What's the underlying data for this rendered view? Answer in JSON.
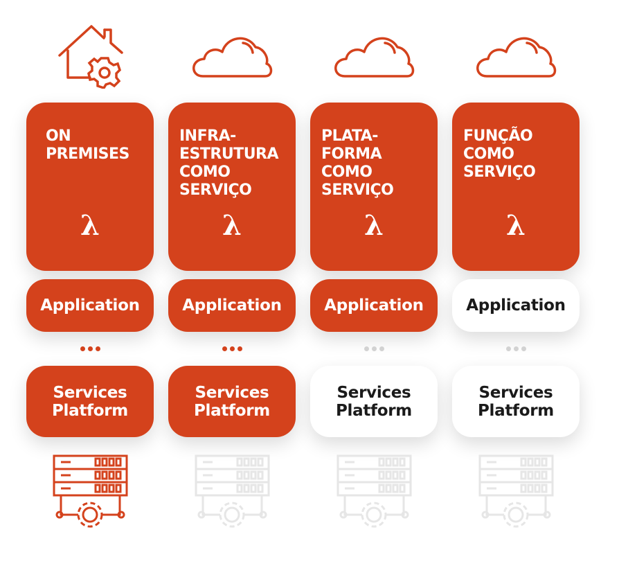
{
  "columns": [
    {
      "title": "ON\nPREMISES",
      "lambda": "λ",
      "application": "Application",
      "services": "Services\nPlatform",
      "top_icon": "house-gear-icon",
      "app_style": "orange",
      "services_style": "orange",
      "server_icon_color": "#d4421c"
    },
    {
      "title": "INFRA-\nESTRUTURA\nCOMO\nSERVIÇO",
      "lambda": "λ",
      "application": "Application",
      "services": "Services\nPlatform",
      "top_icon": "cloud-icon",
      "app_style": "orange",
      "services_style": "orange",
      "server_icon_color": "#e6e6e6"
    },
    {
      "title": "PLATA-\nFORMA\nCOMO\nSERVIÇO",
      "lambda": "λ",
      "application": "Application",
      "services": "Services\nPlatform",
      "top_icon": "cloud-icon",
      "app_style": "orange",
      "services_style": "white",
      "server_icon_color": "#e6e6e6"
    },
    {
      "title": "FUNÇÃO\nCOMO\nSERVIÇO",
      "lambda": "λ",
      "application": "Application",
      "services": "Services\nPlatform",
      "top_icon": "cloud-icon",
      "app_style": "white",
      "services_style": "white",
      "server_icon_color": "#e6e6e6"
    }
  ],
  "colors": {
    "accent": "#d4421c",
    "muted": "#e6e6e6",
    "text_dark": "#1a1a1a"
  }
}
